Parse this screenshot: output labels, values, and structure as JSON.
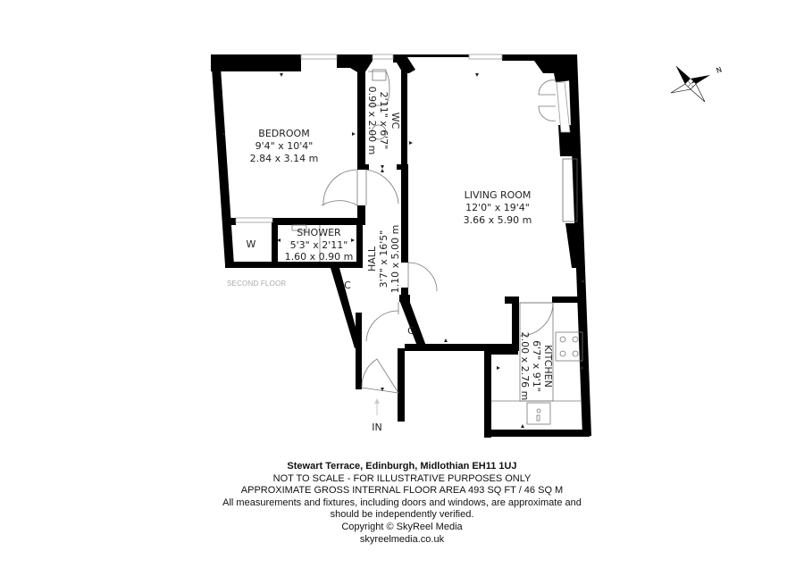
{
  "plan": {
    "floor_label": "SECOND FLOOR",
    "entrance_label": "IN",
    "compass_label": "N",
    "rooms": [
      {
        "id": "bedroom",
        "name": "BEDROOM",
        "imperial": "9'4\" x 10'4\"",
        "metric": "2.84 x 3.14 m"
      },
      {
        "id": "wc",
        "name": "WC",
        "imperial": "2'11\" x 6'7\"",
        "metric": "0.90 x 2.00 m"
      },
      {
        "id": "living",
        "name": "LIVING ROOM",
        "imperial": "12'0\" x 19'4\"",
        "metric": "3.66 x 5.90 m"
      },
      {
        "id": "shower",
        "name": "SHOWER",
        "imperial": "5'3\" x 2'11\"",
        "metric": "1.60 x 0.90 m"
      },
      {
        "id": "hall",
        "name": "HALL",
        "imperial": "3'7\" x 16'5\"",
        "metric": "1.10 x 5.00 m"
      },
      {
        "id": "kitchen",
        "name": "KITCHEN",
        "imperial": "6'7\" x 9'1\"",
        "metric": "2.00 x 2.76 m"
      }
    ],
    "cupboards": [
      "W",
      "C",
      "C"
    ]
  },
  "footer": {
    "address": "Stewart Terrace, Edinburgh, Midlothian EH11 1UJ",
    "scale_note": "NOT TO SCALE - FOR ILLUSTRATIVE PURPOSES ONLY",
    "area": "APPROXIMATE GROSS INTERNAL FLOOR AREA 493 SQ FT / 46 SQ M",
    "disclaimer_1": "All measurements and fixtures, including doors and windows, are approximate and",
    "disclaimer_2": "should be independently verified.",
    "copyright": "Copyright © SkyReel Media",
    "website": "skyreelmedia.co.uk"
  }
}
